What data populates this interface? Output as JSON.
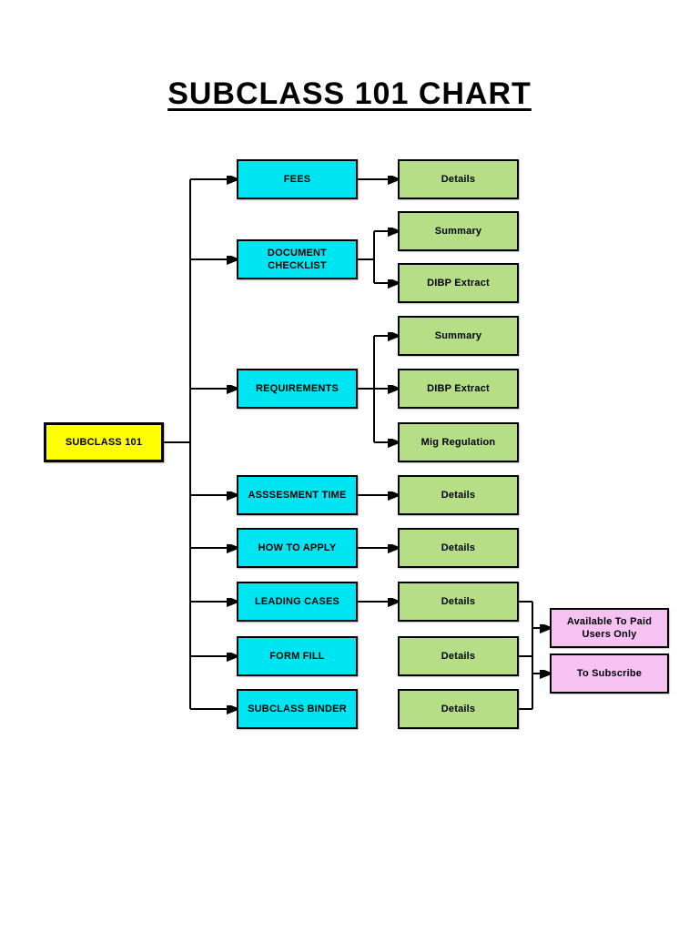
{
  "page": {
    "title": "SUBCLASS 101 CHART"
  },
  "colors": {
    "root_fill": "#ffff00",
    "category_fill": "#00e5f2",
    "output_fill": "#b5de86",
    "subscription_fill": "#f5c2f2",
    "line": "#000000",
    "text": "#000000",
    "background": "#ffffff"
  },
  "nodes": {
    "root": {
      "label": "SUBCLASS 101"
    },
    "categories": [
      {
        "label": "FEES"
      },
      {
        "label": "DOCUMENT CHECKLIST"
      },
      {
        "label": "REQUIREMENTS"
      },
      {
        "label": "ASSSESMENT TIME"
      },
      {
        "label": "HOW TO APPLY"
      },
      {
        "label": "LEADING CASES"
      },
      {
        "label": "FORM FILL"
      },
      {
        "label": "SUBCLASS BINDER"
      }
    ],
    "outputs": [
      {
        "label": "Details"
      },
      {
        "label": "Summary"
      },
      {
        "label": "DIBP Extract"
      },
      {
        "label": "Summary"
      },
      {
        "label": "DIBP Extract"
      },
      {
        "label": "Mig Regulation"
      },
      {
        "label": "Details"
      },
      {
        "label": "Details"
      },
      {
        "label": "Details"
      },
      {
        "label": "Details"
      },
      {
        "label": "Details"
      }
    ],
    "subscription": [
      {
        "label": "Available To Paid Users Only"
      },
      {
        "label": "To Subscribe"
      }
    ]
  },
  "edges": [
    {
      "from": "SUBCLASS 101",
      "to": "FEES"
    },
    {
      "from": "SUBCLASS 101",
      "to": "DOCUMENT CHECKLIST"
    },
    {
      "from": "SUBCLASS 101",
      "to": "REQUIREMENTS"
    },
    {
      "from": "SUBCLASS 101",
      "to": "ASSSESMENT TIME"
    },
    {
      "from": "SUBCLASS 101",
      "to": "HOW TO APPLY"
    },
    {
      "from": "SUBCLASS 101",
      "to": "LEADING CASES"
    },
    {
      "from": "SUBCLASS 101",
      "to": "FORM FILL"
    },
    {
      "from": "SUBCLASS 101",
      "to": "SUBCLASS BINDER"
    },
    {
      "from": "FEES",
      "to": "Details"
    },
    {
      "from": "DOCUMENT CHECKLIST",
      "to": "Summary"
    },
    {
      "from": "DOCUMENT CHECKLIST",
      "to": "DIBP Extract"
    },
    {
      "from": "REQUIREMENTS",
      "to": "Summary"
    },
    {
      "from": "REQUIREMENTS",
      "to": "DIBP Extract"
    },
    {
      "from": "REQUIREMENTS",
      "to": "Mig Regulation"
    },
    {
      "from": "ASSSESMENT TIME",
      "to": "Details"
    },
    {
      "from": "HOW TO APPLY",
      "to": "Details"
    },
    {
      "from": "LEADING CASES",
      "to": "Details"
    },
    {
      "from": "Details (LEADING CASES / FORM FILL / SUBCLASS BINDER)",
      "to": "Available To Paid Users Only"
    },
    {
      "from": "Details (LEADING CASES / FORM FILL / SUBCLASS BINDER)",
      "to": "To Subscribe"
    }
  ]
}
